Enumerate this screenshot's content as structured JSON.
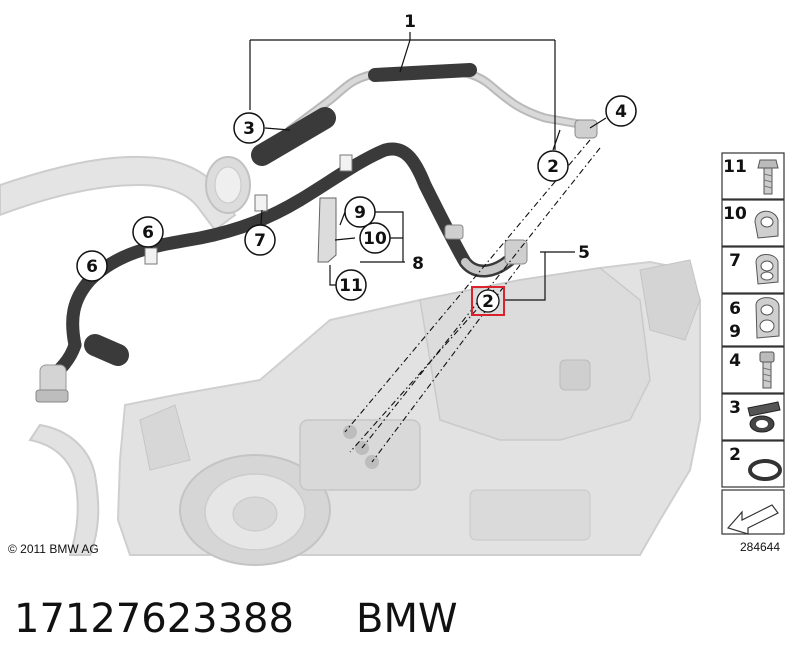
{
  "callouts": {
    "c1": "1",
    "c2_top": "2",
    "c2_highlight": "2",
    "c3": "3",
    "c4": "4",
    "c5": "5",
    "c6_upper": "6",
    "c6_lower": "6",
    "c7": "7",
    "c8": "8",
    "c9": "9",
    "c10": "10",
    "c11": "11"
  },
  "legend": [
    {
      "label": "11",
      "icon": "bolt-icon"
    },
    {
      "label": "10",
      "icon": "pipe-clip-icon"
    },
    {
      "label": "7",
      "icon": "hose-clip-icon"
    },
    {
      "label": "6",
      "label2": "9",
      "icon": "double-clip-icon"
    },
    {
      "label": "4",
      "icon": "screw-icon"
    },
    {
      "label": "3",
      "icon": "bracket-clamp-icon"
    },
    {
      "label": "2",
      "icon": "o-ring-icon"
    }
  ],
  "copyright": "© 2011 BMW AG",
  "diagram_number": "284644",
  "part_number": "17127623388",
  "brand": "BMW",
  "colors": {
    "highlight": "#d9232d",
    "hose": "#3a3a3a",
    "housing": "#e2e2e2"
  }
}
